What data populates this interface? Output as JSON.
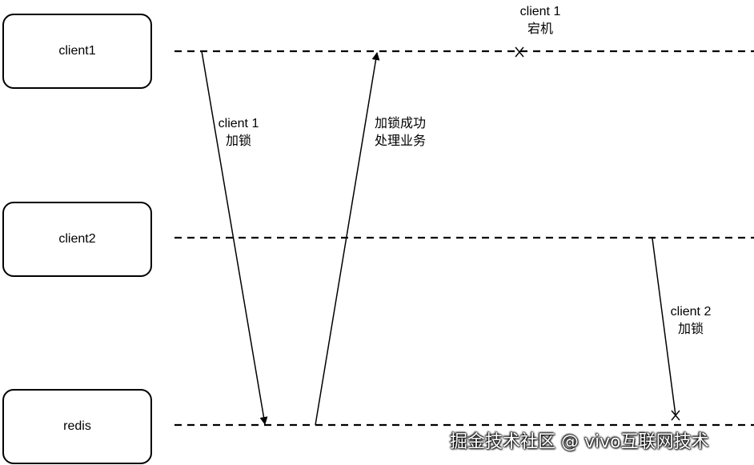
{
  "nodes": {
    "client1": "client1",
    "client2": "client2",
    "redis": "redis"
  },
  "labels": {
    "client1_lock": [
      "client 1",
      "加锁"
    ],
    "lock_success": [
      "加锁成功",
      "处理业务"
    ],
    "client1_down": [
      "client 1",
      "宕机"
    ],
    "client2_lock": [
      "client 2",
      "加锁"
    ]
  },
  "watermark": "掘金技术社区 @ vivo互联网技术"
}
